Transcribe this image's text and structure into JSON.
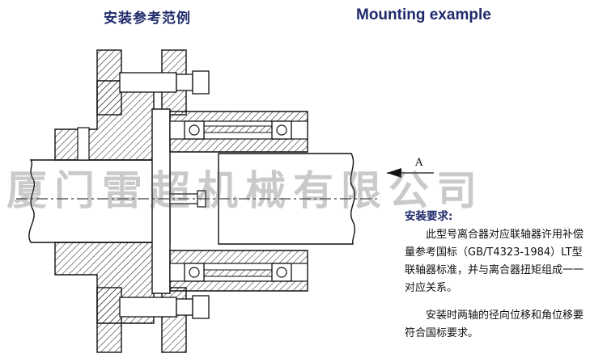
{
  "titles": {
    "chinese": "安装参考范例",
    "english": "Mounting example"
  },
  "drawing": {
    "view_label": "A"
  },
  "watermark": {
    "text": "厦门雷超机械有限公司"
  },
  "requirements": {
    "heading": "安装要求:",
    "paragraph1": "　　此型号离合器对应联轴器许用补偿量参考国标（GB/T4323-1984）LT型联轴器标准，并与离合器扭矩组成一一对应关系。",
    "paragraph2": "　　安装时两轴的径向位移和角位移要符合国标要求。"
  },
  "colors": {
    "title": "#1f2a6b",
    "line": "#111111"
  }
}
